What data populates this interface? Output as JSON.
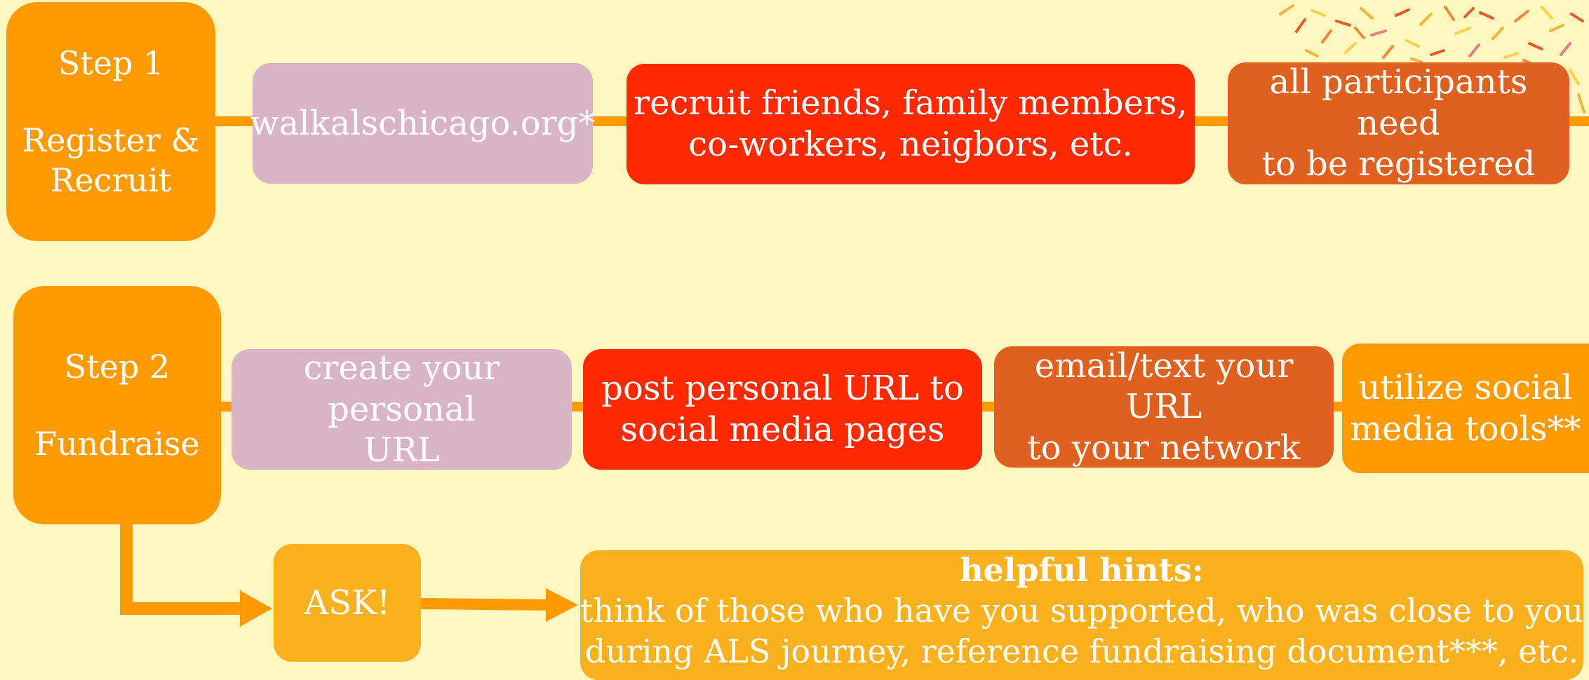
{
  "rows": [
    {
      "step_label": "Step 1",
      "step_title": [
        "Register &",
        "Recruit"
      ],
      "items": [
        {
          "lines": [
            "walkalschicago.org*"
          ],
          "color": "#d9b4c4"
        },
        {
          "lines": [
            "recruit friends, family members,",
            "co-workers, neigbors, etc."
          ],
          "color": "#ff2a00"
        },
        {
          "lines": [
            "all participants need",
            "to be registered"
          ],
          "color": "#e0601f"
        }
      ]
    },
    {
      "step_label": "Step 2",
      "step_title": [
        "Fundraise"
      ],
      "items": [
        {
          "lines": [
            "create your personal",
            "URL"
          ],
          "color": "#d9b4c4"
        },
        {
          "lines": [
            "post personal URL to",
            "social media pages"
          ],
          "color": "#ff2a00"
        },
        {
          "lines": [
            "email/text your URL",
            "to your network"
          ],
          "color": "#e0601f"
        },
        {
          "lines": [
            "utilize social",
            "media tools**"
          ],
          "color": "#ff9a00"
        }
      ]
    }
  ],
  "ask": {
    "label": "ASK!",
    "color": "#fbb11e"
  },
  "hints": {
    "title": "helpful hints:",
    "lines": [
      "think of those who have you supported, who was close to you",
      "during ALS journey, reference fundraising document***, etc."
    ],
    "color": "#fbb11e"
  },
  "colors": {
    "background": "#fff7c0",
    "connector": "#ff9a00",
    "text": "#ffffff"
  }
}
